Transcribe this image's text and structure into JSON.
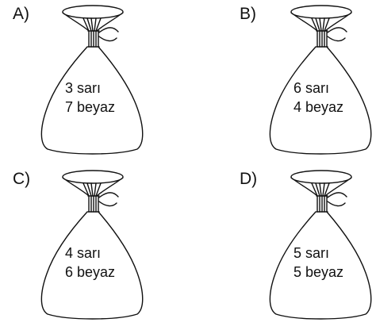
{
  "options": [
    {
      "label": "A)",
      "line1": "3 sarı",
      "line2": "7 beyaz"
    },
    {
      "label": "B)",
      "line1": "6 sarı",
      "line2": "4 beyaz"
    },
    {
      "label": "C)",
      "line1": "4 sarı",
      "line2": "6 beyaz"
    },
    {
      "label": "D)",
      "line1": "5 sarı",
      "line2": "5 beyaz"
    }
  ],
  "icons": {
    "bag": "bag-icon"
  },
  "colors": {
    "stroke": "#111111",
    "background": "#ffffff"
  }
}
